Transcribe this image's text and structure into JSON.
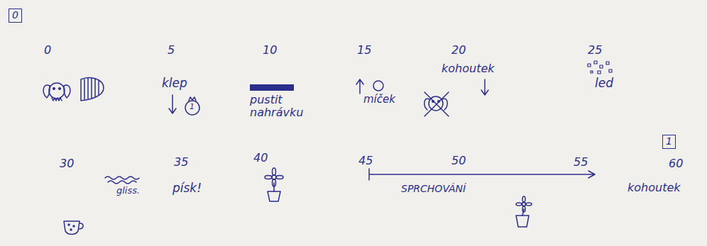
{
  "diagram": {
    "nodes": [
      {
        "text": [
          "0"
        ]
      },
      {
        "text": [
          "1"
        ]
      }
    ],
    "labels": [
      "0",
      "5",
      "10",
      "15",
      "20",
      "25",
      "klep",
      "1",
      "pustit nahrávku",
      "míček",
      "kohoutek",
      "led",
      "30",
      "35",
      "40",
      "45",
      "50",
      "55",
      "60",
      "gliss.",
      "písk!",
      "SPRCHOVÁNÍ",
      "kohoutek"
    ]
  }
}
